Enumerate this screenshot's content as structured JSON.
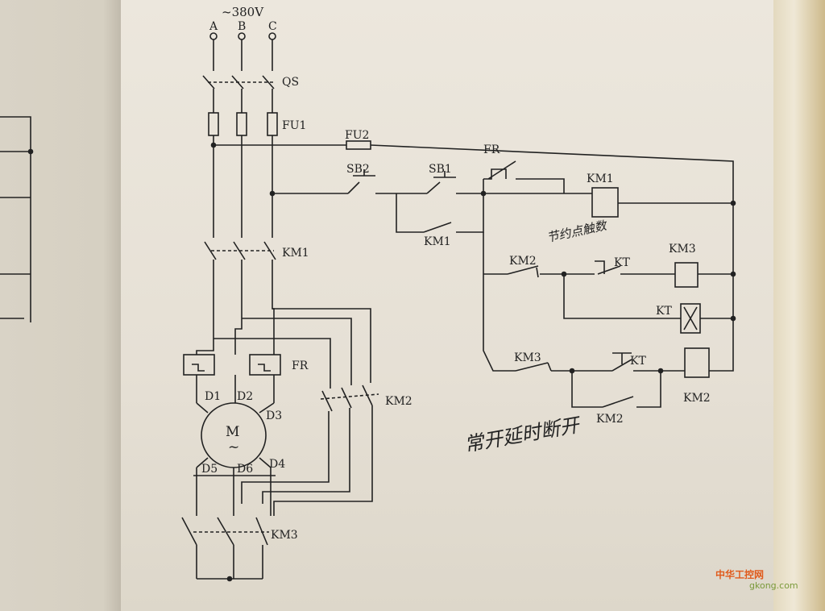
{
  "supply": {
    "voltage": "~380V",
    "phases": [
      "A",
      "B",
      "C"
    ]
  },
  "components": {
    "qs": "QS",
    "fu1": "FU1",
    "fu2": "FU2",
    "fr_contact": "FR",
    "fr_relay": "FR",
    "sb1": "SB1",
    "sb2": "SB2",
    "km1_main": "KM1",
    "km1_aux": "KM1",
    "km1_coil": "KM1",
    "km2_nc": "KM2",
    "km2_main": "KM2",
    "km2_aux": "KM2",
    "km2_coil": "KM2",
    "km3_main": "KM3",
    "km3_nc": "KM3",
    "km3_coil": "KM3",
    "kt_nc": "KT",
    "kt_no": "KT",
    "kt_coil": "KT",
    "motor": "M",
    "motor_tilde": "~",
    "terminals": [
      "D1",
      "D2",
      "D3",
      "D4",
      "D5",
      "D6"
    ]
  },
  "handwriting": {
    "note_upper": "节约点触数",
    "note_lower": "常开延时断开"
  },
  "watermark": {
    "brand": "中华工控网",
    "domain": "gkong.com"
  },
  "colors": {
    "ink": "#222222",
    "pen": "#1f2ea8",
    "red_pen": "#b0302a"
  }
}
